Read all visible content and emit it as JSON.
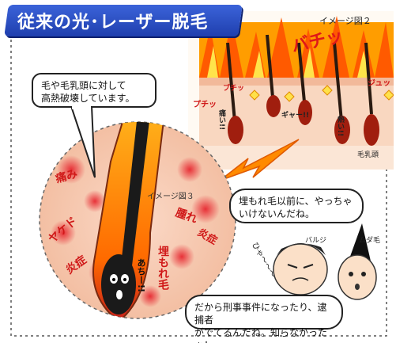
{
  "title": "従来の光･レーザー脱毛",
  "image2": {
    "label": "イメージ図２",
    "sfx_main": "バチッ",
    "sfx_left": "プチッ",
    "sfx_left2": "ブチッ",
    "sfx_right": "ジュッ",
    "hair_cries": [
      "痛い!!",
      "ギャー!!",
      "熱い!!"
    ],
    "papilla_label": "毛乳頭"
  },
  "bubble_top": {
    "text_line1": "毛や毛乳頭に対して",
    "text_line2": "高熱破壊しています。"
  },
  "image3": {
    "label": "イメージ図３",
    "left_words": [
      "痛み",
      "ヤケド",
      "炎症"
    ],
    "right_words": [
      "腫れ",
      "炎症",
      "埋もれ毛"
    ],
    "cry": "あちー!!"
  },
  "bubble_mid": {
    "text_line1": "埋もれ毛以前に、やっちゃ",
    "text_line2": "いけないんだね。"
  },
  "bubble_bottom": {
    "text_line1": "だから刑事事件になったり、逮捕者",
    "text_line2": "がでてるんだね。知らなかったぁ！"
  },
  "characters": {
    "left_name": "バルジ",
    "right_name": "ムダ毛",
    "sigh": "ひゃ～～～"
  },
  "colors": {
    "banner": "#2447c4",
    "alarm": "#d01818",
    "skin": "#f6cdb1",
    "fire": "#ff8a00"
  }
}
